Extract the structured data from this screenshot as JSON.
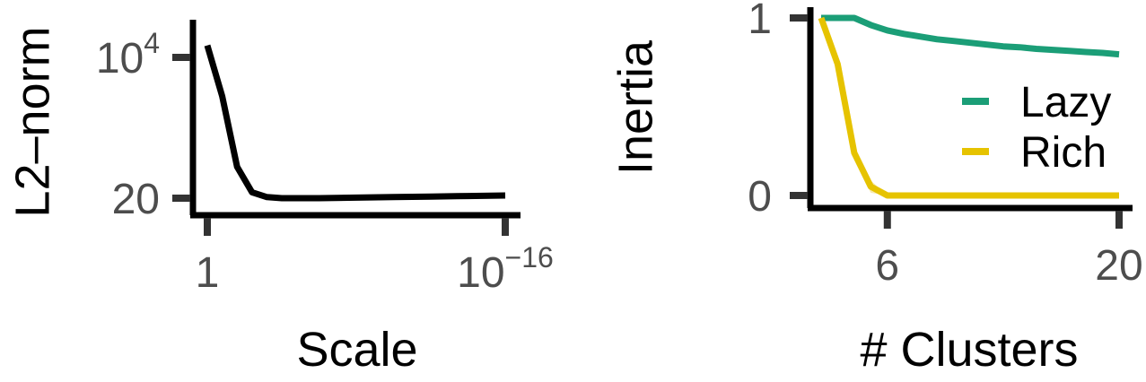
{
  "colors": {
    "axis": "#000000",
    "tick_text": "#4d4d4d",
    "left_line": "#000000",
    "lazy": "#1b9e77",
    "rich": "#e6c300",
    "rich_band": "#f0dc78"
  },
  "chart_data": [
    {
      "type": "line",
      "xlabel": "Scale",
      "ylabel": "L2–norm",
      "x_scale": "log-reversed",
      "y_scale": "log",
      "xticks": [
        {
          "label": "1",
          "label_exp": ""
        },
        {
          "label": "10",
          "label_exp": "−16"
        }
      ],
      "yticks": [
        {
          "label": "20",
          "label_exp": ""
        },
        {
          "label": "10",
          "label_exp": "4"
        }
      ],
      "series": [
        {
          "x_exponent": [
            0,
            -0.8,
            -1.6,
            -2.4,
            -3.2,
            -4,
            -6,
            -8,
            -10,
            -12,
            -14,
            -16
          ],
          "y": [
            17000,
            1800,
            80,
            26,
            21,
            20,
            20,
            20.5,
            21,
            21.5,
            22,
            22.5
          ]
        }
      ]
    },
    {
      "type": "line",
      "xlabel": "# Clusters",
      "ylabel": "Inertia",
      "xticks": [
        "6",
        "20"
      ],
      "yticks": [
        "0",
        "1"
      ],
      "legend": {
        "position": "right",
        "entries": [
          "Lazy",
          "Rich"
        ]
      },
      "series": [
        {
          "name": "Lazy",
          "x": [
            2,
            3,
            4,
            5,
            6,
            7,
            8,
            9,
            10,
            11,
            12,
            13,
            14,
            15,
            16,
            17,
            18,
            19,
            20
          ],
          "y": [
            1.0,
            1.0,
            1.0,
            0.96,
            0.93,
            0.91,
            0.895,
            0.88,
            0.87,
            0.86,
            0.85,
            0.84,
            0.835,
            0.826,
            0.82,
            0.814,
            0.808,
            0.803,
            0.795
          ]
        },
        {
          "name": "Rich",
          "x": [
            2,
            3,
            4,
            5,
            6,
            7,
            8,
            9,
            10,
            11,
            12,
            13,
            14,
            15,
            16,
            17,
            18,
            19,
            20
          ],
          "y": [
            1.0,
            0.74,
            0.24,
            0.05,
            0.0,
            0.0,
            0.0,
            0.0,
            0.0,
            0.0,
            0.0,
            0.0,
            0.0,
            0.0,
            0.0,
            0.0,
            0.0,
            0.0,
            0.0
          ],
          "band": [
            0.0,
            0.02,
            0.04,
            0.035,
            0.0,
            0,
            0,
            0,
            0,
            0,
            0,
            0,
            0,
            0,
            0,
            0,
            0,
            0,
            0
          ]
        }
      ]
    }
  ]
}
